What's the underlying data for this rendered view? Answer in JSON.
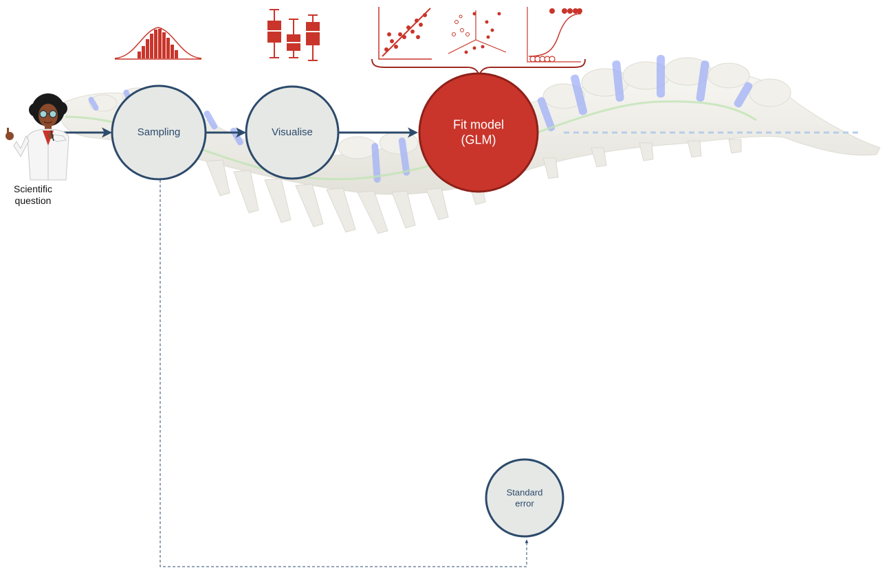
{
  "question": {
    "line1": "Scientific",
    "line2": "question"
  },
  "nodes": {
    "sampling": {
      "label": "Sampling"
    },
    "visualise": {
      "label": "Visualise"
    },
    "fit_model": {
      "line1": "Fit model",
      "line2": "(GLM)"
    },
    "standard_error": {
      "line1": "Standard",
      "line2": "error"
    }
  },
  "colors": {
    "node_fill": "#e6e8e6",
    "node_stroke": "#2c4a6b",
    "accent_red": "#c9352b",
    "arrow": "#2c4a6b",
    "spine_blue": "#8fa2f5",
    "bone": "#ecebe4"
  },
  "icons": [
    "normal-distribution-icon",
    "boxplot-icon",
    "linear-regression-icon",
    "ternary-scatter-icon",
    "logistic-curve-icon",
    "scientist-avatar"
  ]
}
